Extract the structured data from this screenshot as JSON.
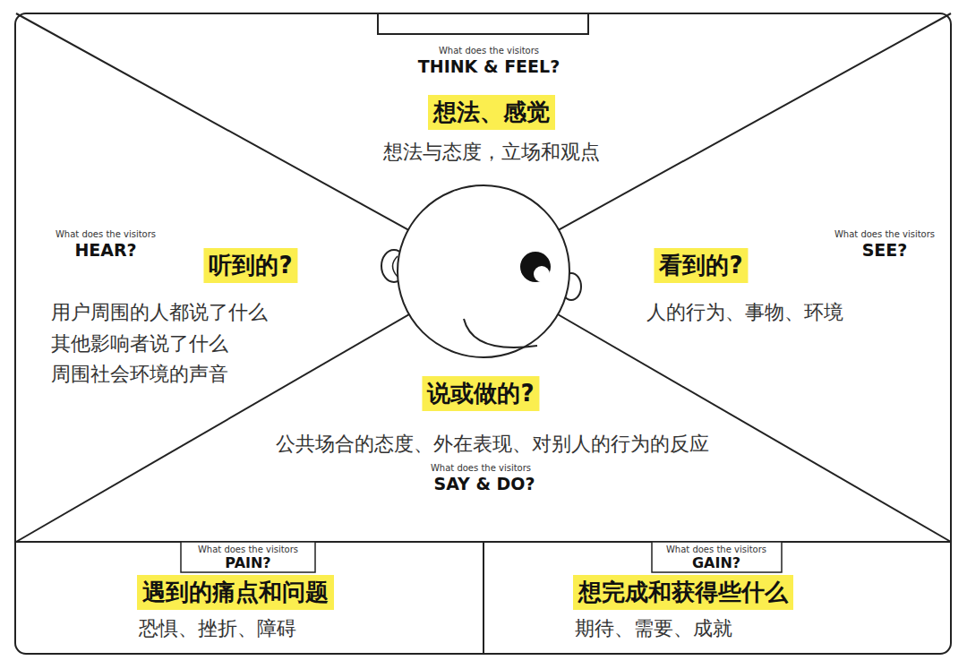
{
  "diagram": {
    "nodes": [
      {
        "text": [
          "What does the visitors",
          "THINK &  FEEL?",
          "想法、感觉",
          "想法与态度，立场和观点"
        ]
      },
      {
        "text": [
          "What does the visitors",
          "HEAR?",
          "听到的?",
          "用户周围的人都说了什么",
          "其他影响者说了什么",
          "周围社会环境的声音"
        ]
      },
      {
        "text": [
          "What does the visitors",
          "SEE?",
          "看到的?",
          "人的行为、事物、环境"
        ]
      },
      {
        "text": [
          "说或做的?",
          "公共场合的态度、外在表现、对别人的行为的反应",
          "What does the visitors",
          "SAY & DO?"
        ]
      },
      {
        "text": [
          "What does the visitors",
          "PAIN?",
          "遇到的痛点和问题",
          "恐惧、挫折、障碍"
        ]
      },
      {
        "text": [
          "What does the visitors",
          "GAIN?",
          "想完成和获得些什么",
          "期待、需要、成就"
        ]
      }
    ]
  }
}
